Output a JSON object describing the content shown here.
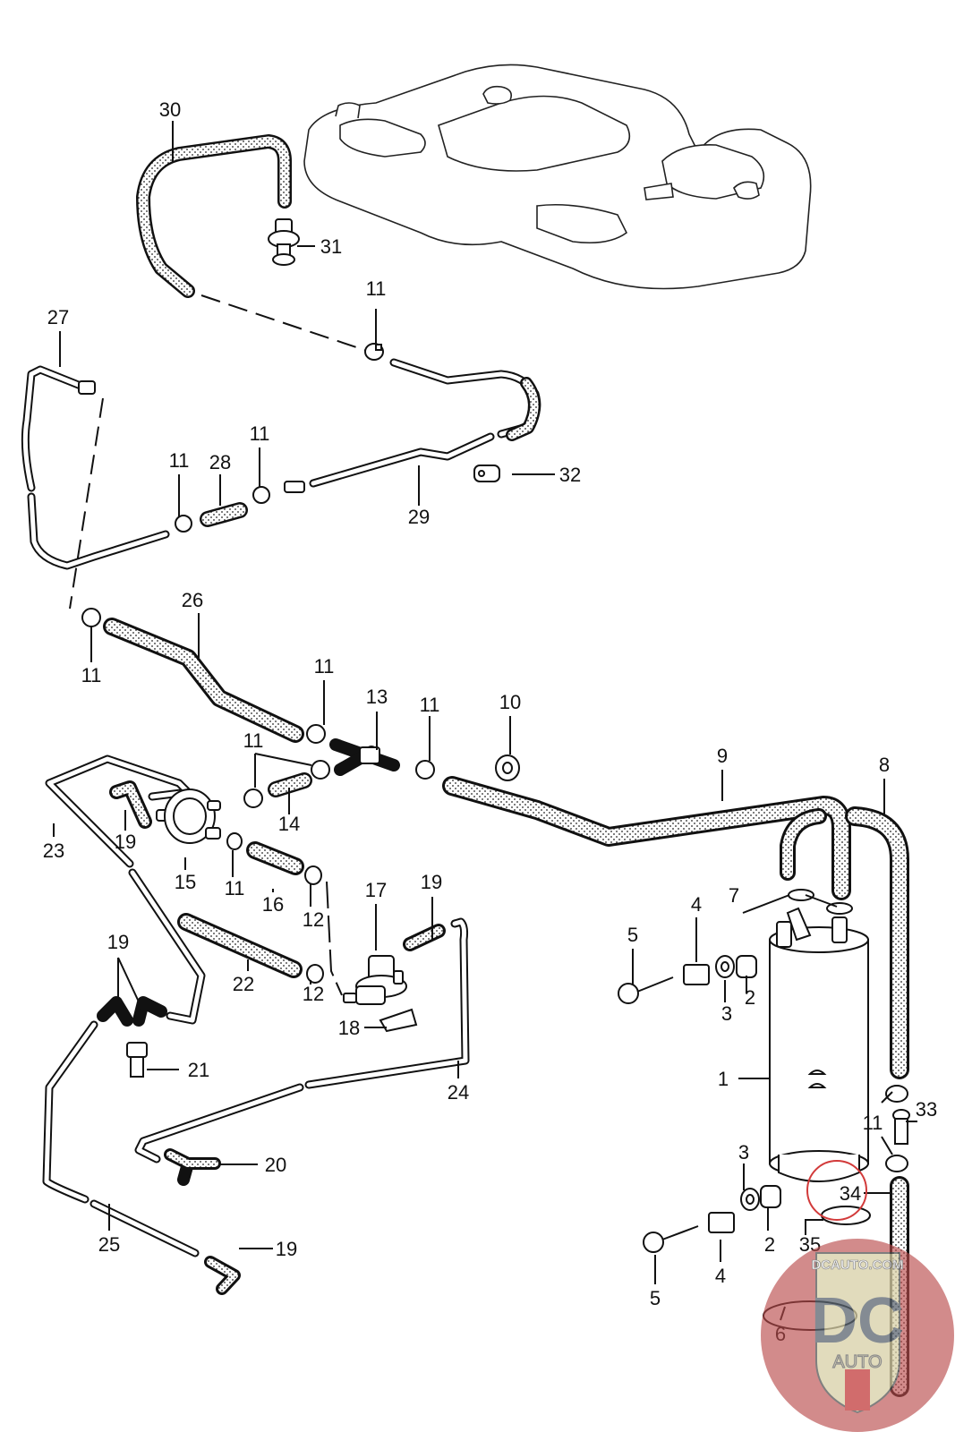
{
  "title": "Fuel evaporative emission system parts diagram",
  "labels": {
    "p1": "1",
    "p2a": "2",
    "p2b": "2",
    "p3a": "3",
    "p3b": "3",
    "p4a": "4",
    "p4b": "4",
    "p5a": "5",
    "p5b": "5",
    "p6": "6",
    "p7": "7",
    "p8": "8",
    "p9": "9",
    "p10": "10",
    "p11a": "11",
    "p11b": "11",
    "p11c": "11",
    "p11d": "11",
    "p11e": "11",
    "p11f": "11",
    "p11g": "11",
    "p11h": "11",
    "p11i": "11",
    "p12a": "12",
    "p12b": "12",
    "p13": "13",
    "p14": "14",
    "p15": "15",
    "p16": "16",
    "p17": "17",
    "p18": "18",
    "p19a": "19",
    "p19b": "19",
    "p19c": "19",
    "p19d": "19",
    "p20": "20",
    "p21": "21",
    "p22": "22",
    "p23": "23",
    "p24": "24",
    "p25": "25",
    "p26": "26",
    "p27": "27",
    "p28": "28",
    "p29": "29",
    "p30": "30",
    "p31": "31",
    "p32": "32",
    "p33": "33",
    "p34": "34",
    "p35": "35"
  },
  "watermark": {
    "site": "DCAUTO.COM",
    "logo_text": "DC",
    "sub_text": "AUTO"
  },
  "highlight_color": "#d23a3a",
  "watermark_color": "#b84a4a"
}
